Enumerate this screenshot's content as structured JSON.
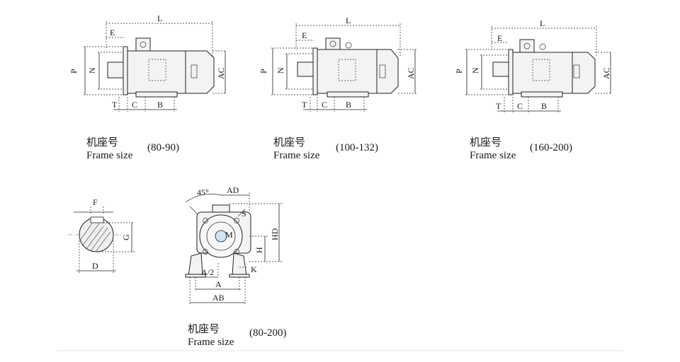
{
  "side_views": [
    {
      "caption_zh": "机座号",
      "caption_en": "Frame size",
      "range": "(80-90)",
      "labels": {
        "L": "L",
        "E": "E",
        "P": "P",
        "N": "N",
        "AC": "AC",
        "T": "T",
        "C": "C",
        "B": "B"
      }
    },
    {
      "caption_zh": "机座号",
      "caption_en": "Frame size",
      "range": "(100-132)",
      "labels": {
        "L": "L",
        "E": "E",
        "P": "P",
        "N": "N",
        "AC": "AC",
        "T": "T",
        "C": "C",
        "B": "B"
      }
    },
    {
      "caption_zh": "机座号",
      "caption_en": "Frame size",
      "range": "(160-200)",
      "labels": {
        "L": "L",
        "E": "E",
        "P": "P",
        "N": "N",
        "AC": "AC",
        "T": "T",
        "C": "C",
        "B": "B"
      }
    }
  ],
  "shaft_view": {
    "labels": {
      "F": "F",
      "G": "G",
      "D": "D"
    }
  },
  "end_view": {
    "caption_zh": "机座号",
    "caption_en": "Frame size",
    "range": "(80-200)",
    "labels": {
      "angle": "45°",
      "AD": "AD",
      "S": "S",
      "M": "M",
      "HD": "HD",
      "H": "H",
      "K": "K",
      "A_half": "A/2",
      "A": "A",
      "AB": "AB"
    }
  }
}
